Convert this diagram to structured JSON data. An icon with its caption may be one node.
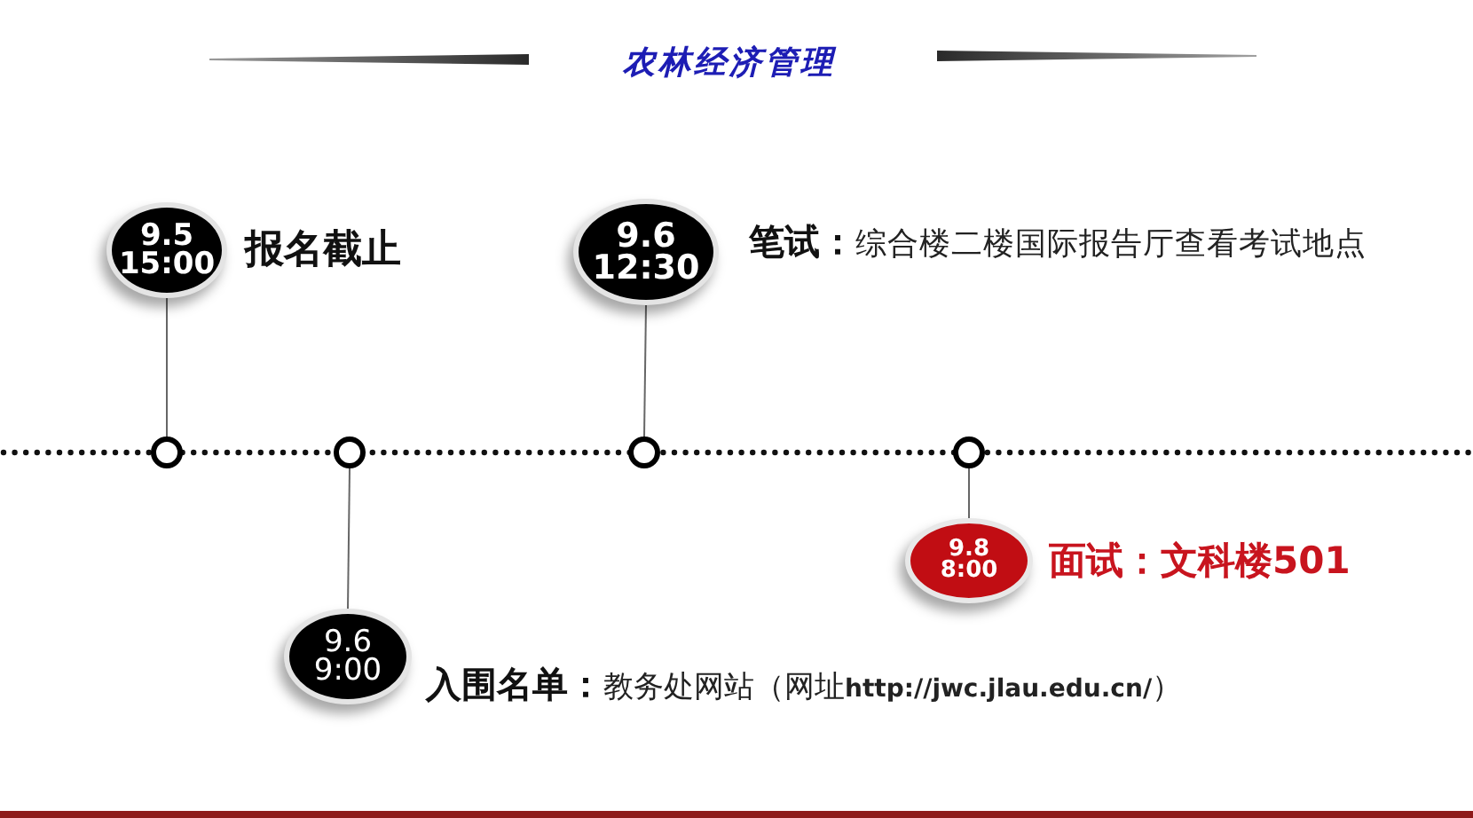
{
  "diagram": {
    "title": "农林经济管理",
    "nodes": [
      {
        "text": [
          "9.5",
          "15:00"
        ],
        "beside": [
          "报名截止"
        ]
      },
      {
        "text": [
          "9.6",
          "12:30"
        ],
        "beside": [
          "笔试：",
          "综合楼二楼国际报告厅查看考试地点"
        ]
      },
      {
        "text": [],
        "shape": "circle"
      },
      {
        "text": [],
        "shape": "circle"
      },
      {
        "text": [],
        "shape": "circle"
      },
      {
        "text": [],
        "shape": "circle"
      },
      {
        "text": [
          "9.8",
          "8:00"
        ],
        "beside": [
          "面试：文科楼501"
        ]
      },
      {
        "text": [
          "9.6",
          "9:00"
        ],
        "beside": [
          "入围名单：",
          "教务处网站（网址**http://jwc.jlau.edu.cn/**）"
        ]
      }
    ],
    "edges": [
      {
        "from": 0,
        "to": 2,
        "arrow": "none"
      },
      {
        "from": 1,
        "to": 4,
        "arrow": "none"
      },
      {
        "from": 6,
        "to": 5,
        "arrow": "none"
      },
      {
        "from": 7,
        "to": 3,
        "arrow": "none"
      }
    ]
  }
}
